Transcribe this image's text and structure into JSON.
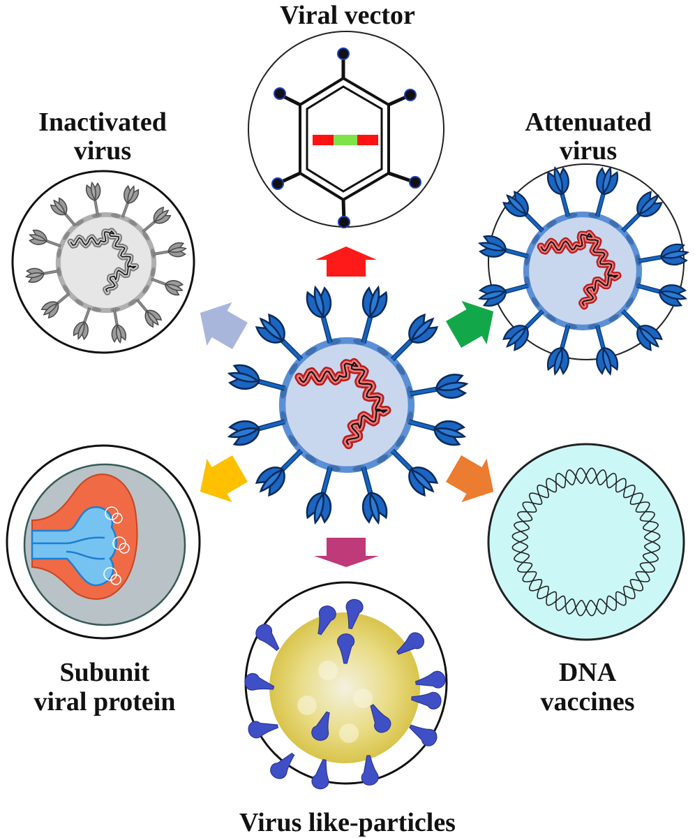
{
  "labels": {
    "viral_vector": "Viral vector",
    "inactivated_l1": "Inactivated",
    "inactivated_l2": "virus",
    "attenuated_l1": "Attenuated",
    "attenuated_l2": "virus",
    "subunit_l1": "Subunit",
    "subunit_l2": "viral protein",
    "dna_l1": "DNA",
    "dna_l2": "vaccines",
    "vlp": "Virus like-particles"
  },
  "colors": {
    "arrow_viral_vector": "#ff1a1a",
    "arrow_attenuated": "#12a84a",
    "arrow_dna": "#ec7c30",
    "arrow_vlp": "#be3a78",
    "arrow_subunit": "#ffc000",
    "arrow_inactivated": "#a9b6dc",
    "virus_membrane": "#5b8fd6",
    "virus_fill": "#c9d7ee",
    "spike": "#1565c0",
    "rna": "#e53935",
    "inactivated_gray": "#8c8c8c",
    "dna_bg": "#ccf7f7",
    "subunit_bg": "#b9c2c6",
    "subunit_orange": "#ef6a45",
    "subunit_blue": "#76c3f2",
    "vlp_yellow": "#e7d46a",
    "vlp_spike": "#3f4fc6"
  }
}
